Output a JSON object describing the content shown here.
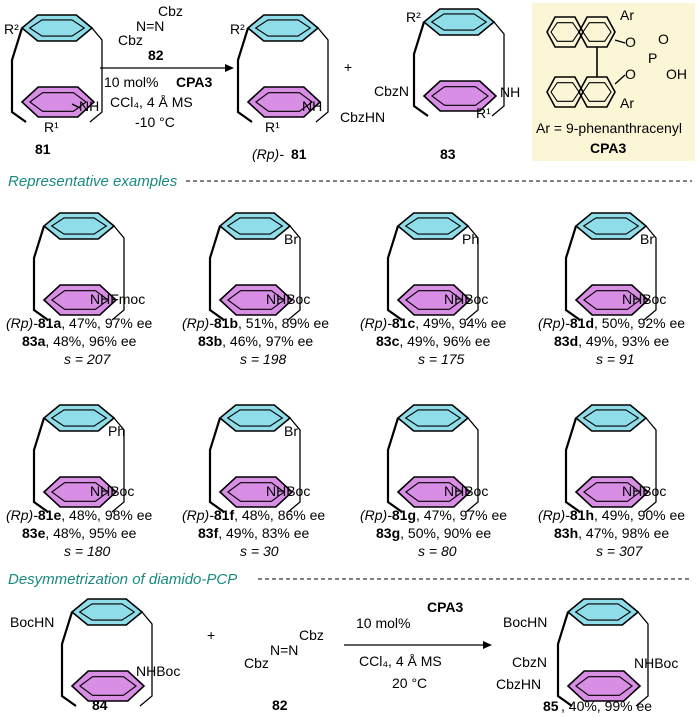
{
  "colors": {
    "ring_top": "#8fdde8",
    "ring_bottom": "#d98ee6",
    "catalyst_box": "#fbf6d6",
    "section_heading": "#1a8a80",
    "bond": "#000000"
  },
  "scheme": {
    "substituent_r2": "R²",
    "substituent_r1": "R¹",
    "nh": "NH",
    "reagent_cbz_top": "Cbz",
    "reagent_cbz_bottom": "Cbz",
    "reagent_azo": "N=N",
    "reagent_number": "82",
    "cond_line1_pre": "10 mol%",
    "cond_line1_cat": "CPA3",
    "cond_line2": "CCl₄, 4 Å MS",
    "cond_line3": "-10 °C",
    "plus": "+",
    "start_label": "81",
    "prod1_prefix": "(Rp)-",
    "prod1_label": "81",
    "prod2_label": "83",
    "prod2_cbzn": "CbzN",
    "prod2_cbzhn": "CbzHN"
  },
  "catalyst": {
    "ar_top": "Ar",
    "ar_bottom": "Ar",
    "o1": "O",
    "o2": "O",
    "p": "P",
    "oxo": "O",
    "oh": "OH",
    "ar_definition": "Ar = 9-phenanthracenyl",
    "name": "CPA3"
  },
  "section1": {
    "title": "Representative examples"
  },
  "examples": [
    {
      "label": "a",
      "sub": "NHFmoc",
      "line1_pre": "(Rp)-",
      "line1_cmpd": "81a",
      "line1_rest": ", 47%, 97% ee",
      "line2_cmpd": "83a",
      "line2_rest": ",  48%, 96% ee",
      "line3": "s = 207"
    },
    {
      "label": "b",
      "sub": "NHBoc",
      "substituent": "Br",
      "line1_pre": "(Rp)-",
      "line1_cmpd": "81b",
      "line1_rest": ", 51%, 89% ee",
      "line2_cmpd": "83b",
      "line2_rest": ",  46%, 97% ee",
      "line3": "s = 198"
    },
    {
      "label": "c",
      "sub": "NHBoc",
      "substituent": "Ph",
      "line1_pre": "(Rp)-",
      "line1_cmpd": "81c",
      "line1_rest": ", 49%, 94% ee",
      "line2_cmpd": "83c",
      "line2_rest": ",  49%, 96% ee",
      "line3": "s = 175"
    },
    {
      "label": "d",
      "sub": "NHBoc",
      "substituent": "Br",
      "line1_pre": "(Rp)-",
      "line1_cmpd": "81d",
      "line1_rest": ", 50%, 92% ee",
      "line2_cmpd": "83d",
      "line2_rest": ",  49%, 93% ee",
      "line3": "s = 91"
    },
    {
      "label": "e",
      "sub": "NHBoc",
      "substituent": "Ph",
      "line1_pre": "(Rp)-",
      "line1_cmpd": "81e",
      "line1_rest": ", 48%, 98% ee",
      "line2_cmpd": "83e",
      "line2_rest": ",  48%, 95% ee",
      "line3": "s = 180"
    },
    {
      "label": "f",
      "sub": "NHBoc",
      "substituent": "Br",
      "line1_pre": "(Rp)-",
      "line1_cmpd": "81f",
      "line1_rest": ", 48%, 86% ee",
      "line2_cmpd": "83f",
      "line2_rest": ",  49%, 83% ee",
      "line3": "s = 30"
    },
    {
      "label": "g",
      "sub": "NHBoc",
      "line1_pre": "(Rp)-",
      "line1_cmpd": "81g",
      "line1_rest": ", 47%, 97% ee",
      "line2_cmpd": "83g",
      "line2_rest": ",  50%, 90% ee",
      "line3": "s = 80"
    },
    {
      "label": "h",
      "sub": "NHBoc",
      "line1_pre": "(Rp)-",
      "line1_cmpd": "81h",
      "line1_rest": ", 49%, 90% ee",
      "line2_cmpd": "83h",
      "line2_rest": ",  47%, 98% ee",
      "line3": "s = 307"
    }
  ],
  "section2": {
    "title": "Desymmetrization of diamido-PCP"
  },
  "desym": {
    "start_boc_top": "BocHN",
    "start_boc_bottom": "NHBoc",
    "start_label": "84",
    "plus": "+",
    "reagent_cbz_top": "Cbz",
    "reagent_cbz_bottom": "Cbz",
    "reagent_azo": "N=N",
    "reagent_label": "82",
    "cond_line1_pre": "10 mol%",
    "cond_line1_cat": "CPA3",
    "cond_line2": "CCl₄, 4 Å MS",
    "cond_line3": "20 °C",
    "prod_boc_top": "BocHN",
    "prod_cbzn": "CbzN",
    "prod_cbzhn": "CbzHN",
    "prod_boc_bottom": "NHBoc",
    "prod_cmpd": "85",
    "prod_rest": ", 40%, 99% ee"
  }
}
